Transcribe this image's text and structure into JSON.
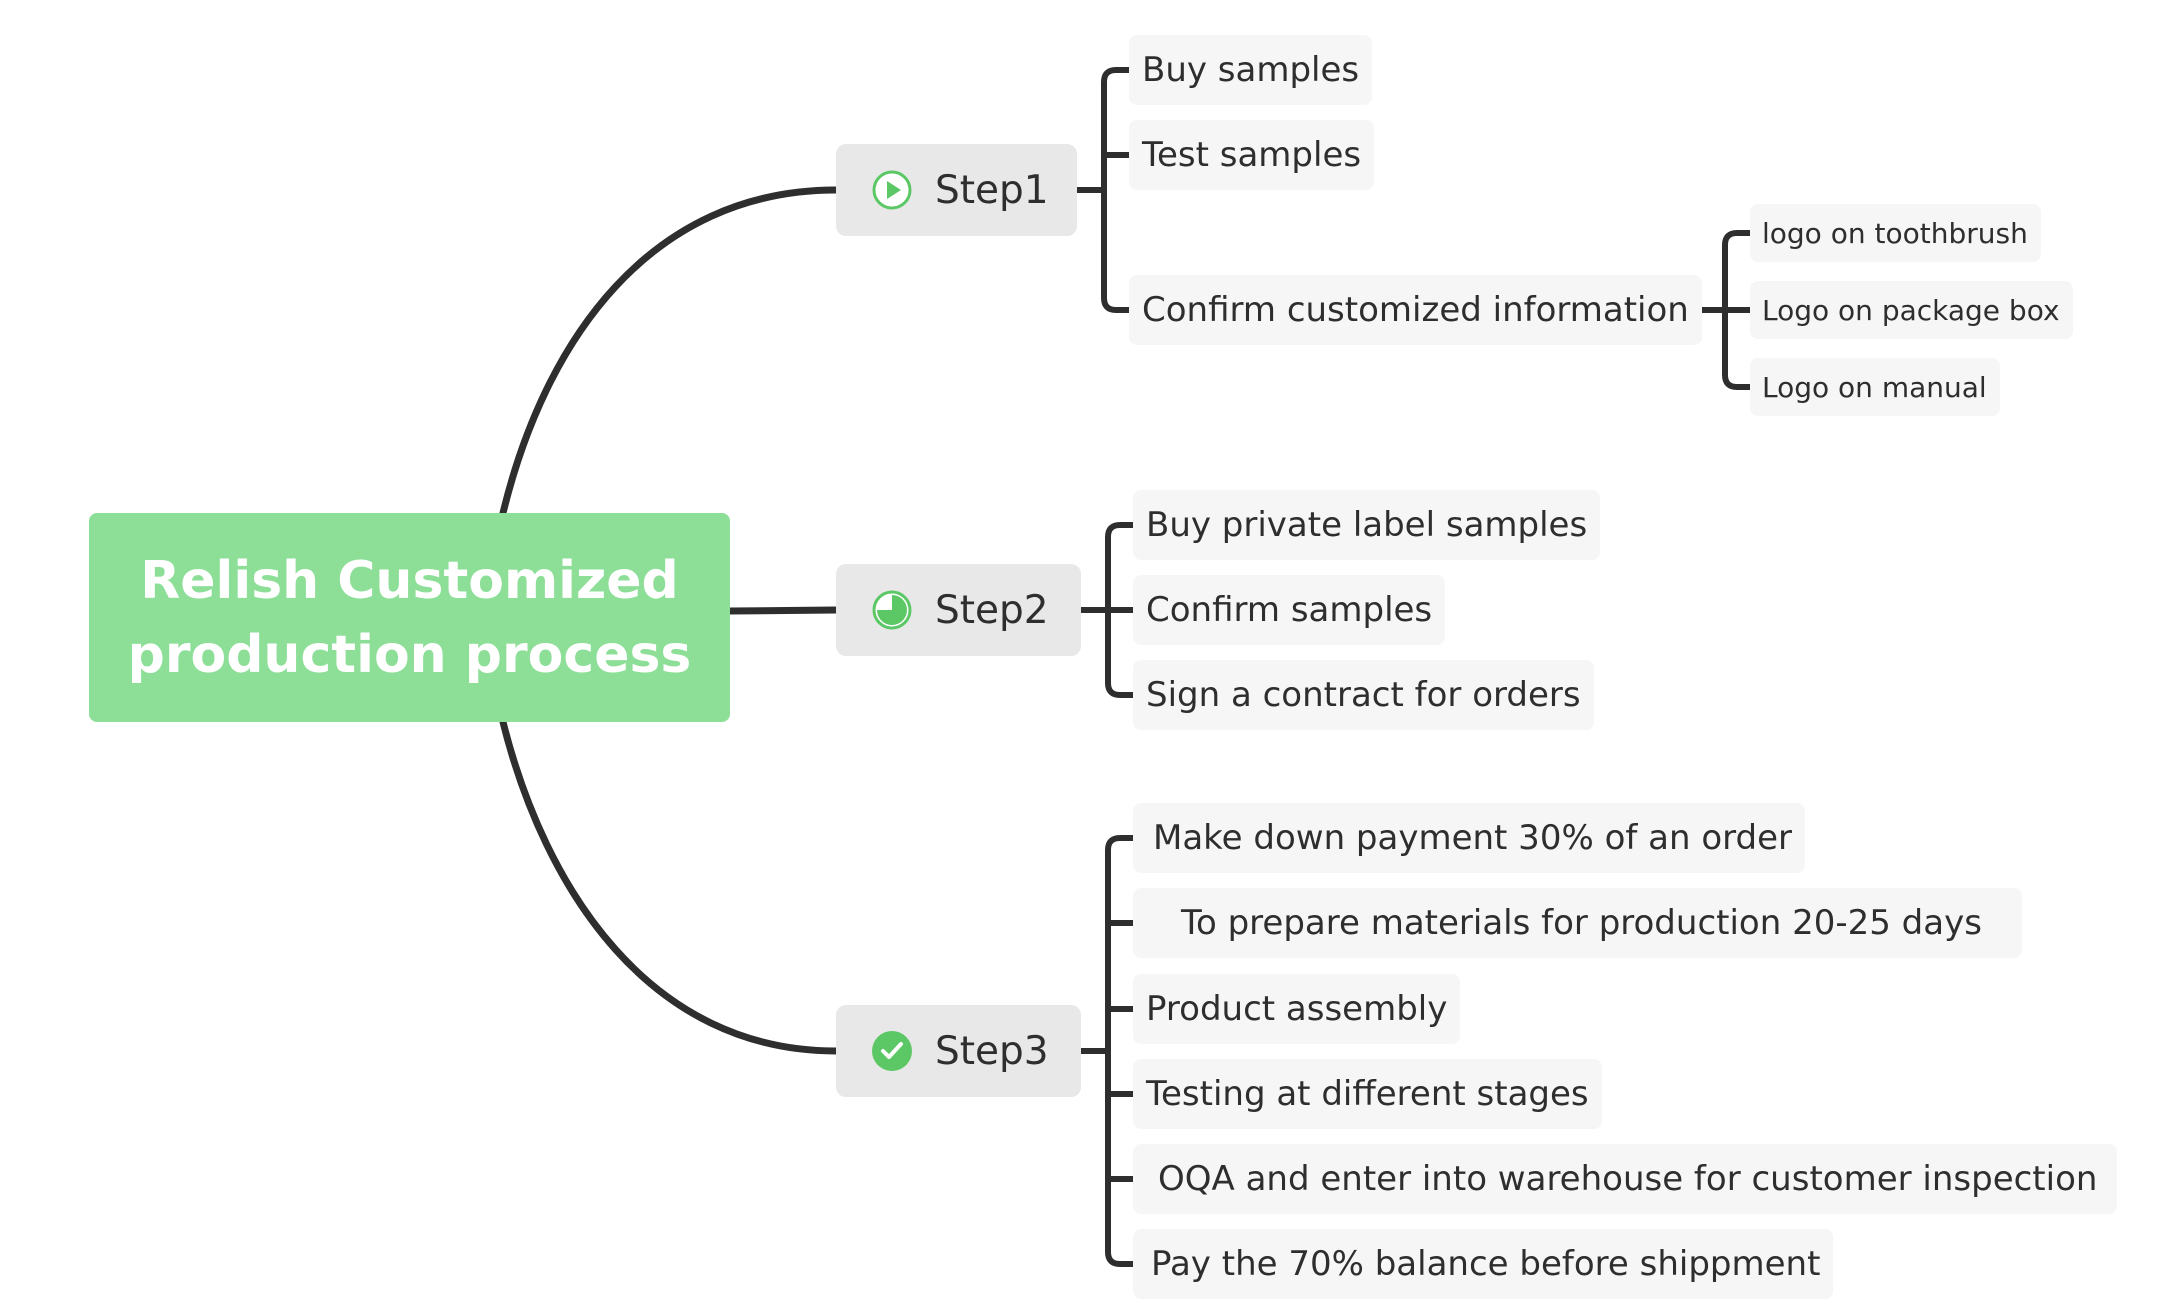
{
  "central": {
    "line1": "Relish Customized",
    "line2": "production process"
  },
  "steps": [
    {
      "label": "Step1",
      "icon": "play-circle-icon",
      "children": [
        {
          "label": "Buy samples"
        },
        {
          "label": "Test samples"
        },
        {
          "label": "Confirm customized information",
          "children": [
            {
              "label": "logo on toothbrush"
            },
            {
              "label": "Logo on package box"
            },
            {
              "label": "Logo on manual"
            }
          ]
        }
      ]
    },
    {
      "label": "Step2",
      "icon": "pie-progress-icon",
      "children": [
        {
          "label": "Buy private label samples"
        },
        {
          "label": "Confirm samples"
        },
        {
          "label": "Sign a contract for orders"
        }
      ]
    },
    {
      "label": "Step3",
      "icon": "check-circle-icon",
      "children": [
        {
          "label": "Make down payment 30% of  an order"
        },
        {
          "label": "To prepare materials for production 20-25 days"
        },
        {
          "label": "Product assembly"
        },
        {
          "label": "Testing at different stages"
        },
        {
          "label": "OQA and enter into warehouse for customer inspection"
        },
        {
          "label": "Pay the 70% balance before shippment"
        }
      ]
    }
  ],
  "colors": {
    "central_fill": "#8ddf98",
    "step_fill": "#e8e8e8",
    "leaf_fill": "#f6f6f6",
    "line": "#2e2e2e",
    "icon_green": "#5cc865"
  }
}
